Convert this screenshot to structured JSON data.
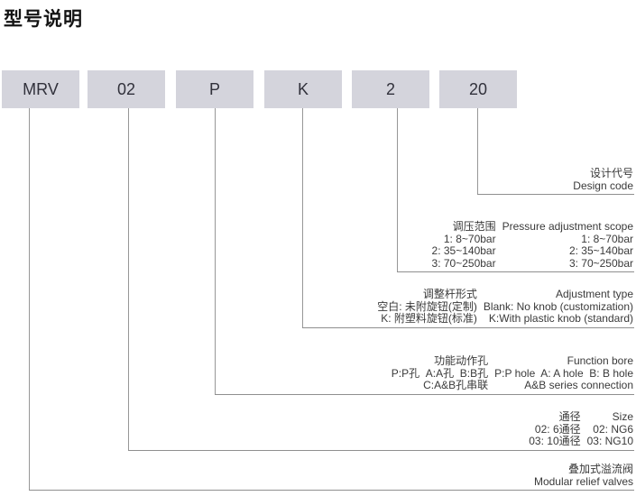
{
  "page": {
    "title": "型号说明"
  },
  "model_code": {
    "segments": [
      {
        "label": "MRV"
      },
      {
        "label": "02"
      },
      {
        "label": "P"
      },
      {
        "label": "K"
      },
      {
        "label": "2"
      },
      {
        "label": "20"
      }
    ]
  },
  "legend": {
    "design_code": {
      "zh": "设计代号",
      "en": "Design code"
    },
    "pressure": {
      "header": {
        "zh": "调压范围",
        "en": "Pressure adjustment scope"
      },
      "rows": [
        {
          "zh": "1: 8~70bar",
          "en": "1: 8~70bar"
        },
        {
          "zh": "2: 35~140bar",
          "en": "2: 35~140bar"
        },
        {
          "zh": "3: 70~250bar",
          "en": "3: 70~250bar"
        }
      ]
    },
    "adjustment": {
      "header": {
        "zh": "调整杆形式",
        "en": "Adjustment type"
      },
      "rows": [
        {
          "zh": "空白: 未附旋钮(定制)",
          "en": "Blank: No knob (customization)"
        },
        {
          "zh": "K: 附塑料旋钮(标准)",
          "en": "K:With plastic knob (standard)"
        }
      ]
    },
    "function_bore": {
      "header": {
        "zh": "功能动作孔",
        "en": "Function bore"
      },
      "rows": [
        {
          "zh": "P:P孔  A:A孔  B:B孔",
          "en": "P:P hole  A: A hole  B: B hole"
        },
        {
          "zh": "C:A&B孔串联",
          "en": "A&B series connection"
        }
      ]
    },
    "size": {
      "header": {
        "zh": "通径",
        "en": "Size"
      },
      "rows": [
        {
          "zh": "02: 6通径",
          "en": "02: NG6"
        },
        {
          "zh": "03: 10通径",
          "en": "03: NG10"
        }
      ]
    },
    "product": {
      "zh": "叠加式溢流阀",
      "en": "Modular relief valves"
    }
  },
  "colors": {
    "box_fill": "#d4d4dc",
    "connector_line": "#8f8f8f",
    "text": "#3a3a3a",
    "title_text": "#141414"
  }
}
